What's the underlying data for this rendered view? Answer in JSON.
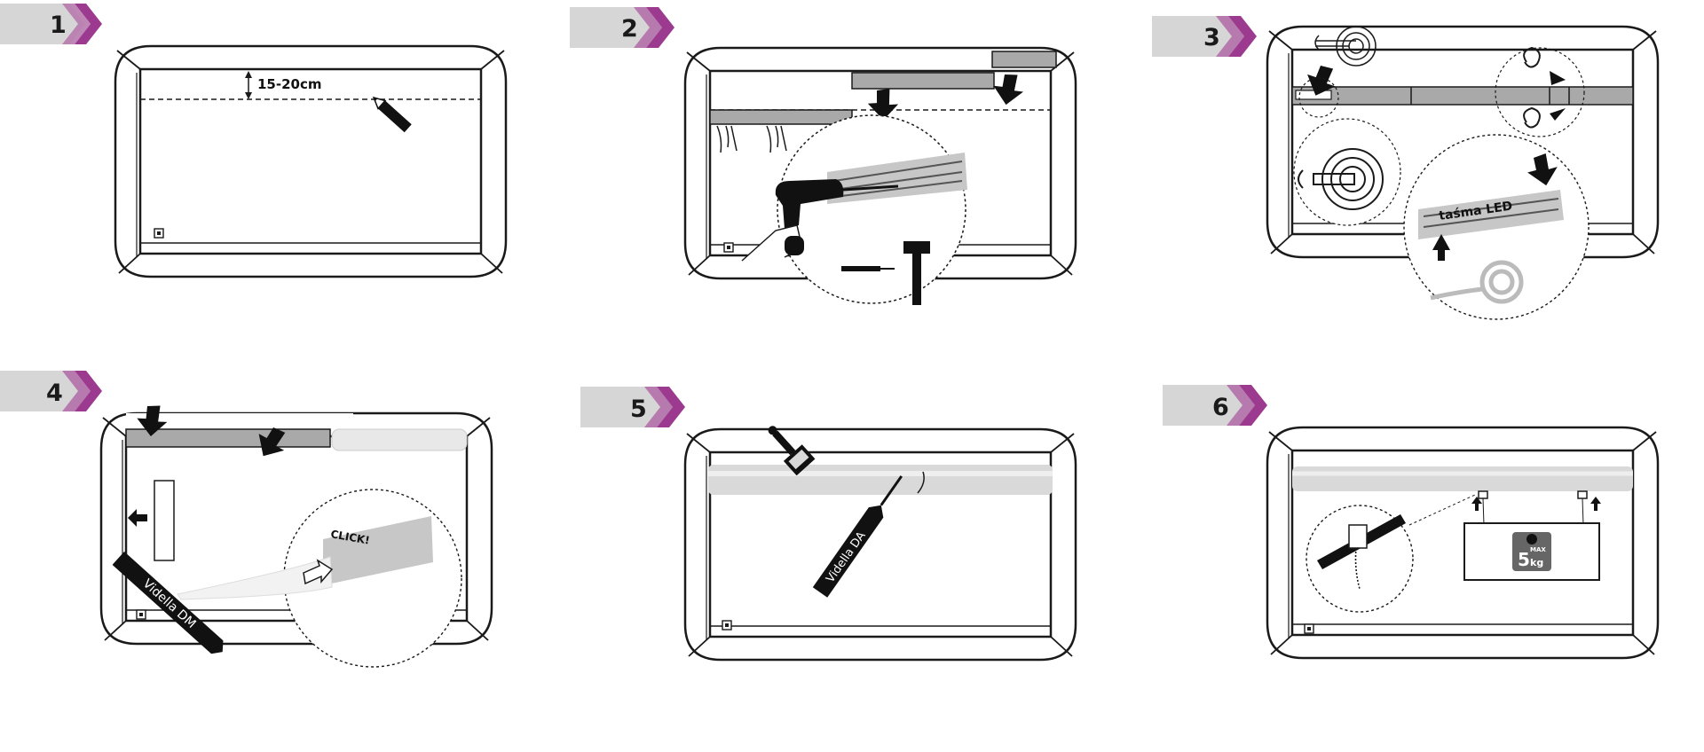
{
  "colors": {
    "badge_gray": "#d6d6d6",
    "badge_purple": "#9b3a8e",
    "line": "#1a1a1a",
    "profile_gray": "#a9a9a9"
  },
  "steps": [
    {
      "number": "1",
      "labels": {
        "measure": "15-20cm"
      }
    },
    {
      "number": "2",
      "labels": {}
    },
    {
      "number": "3",
      "labels": {
        "led": "taśma LED"
      }
    },
    {
      "number": "4",
      "labels": {
        "click": "CLICK!",
        "tube": "Vidella DM"
      }
    },
    {
      "number": "5",
      "labels": {
        "tube": "Vidella DA"
      }
    },
    {
      "number": "6",
      "labels": {
        "max": "MAX",
        "weight": "5",
        "unit": "kg"
      }
    }
  ]
}
